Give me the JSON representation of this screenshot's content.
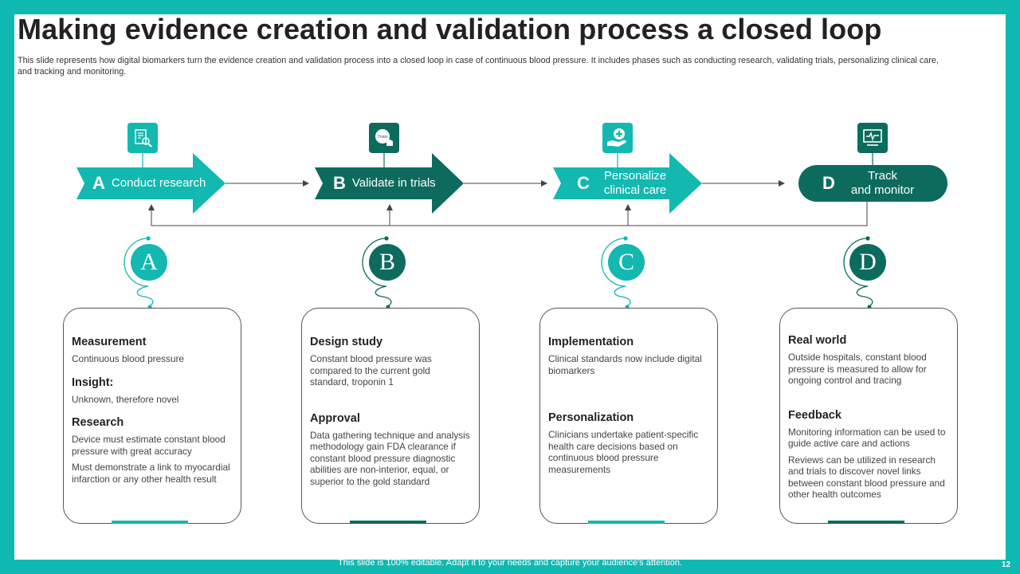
{
  "slide": {
    "title": "Making evidence creation and validation process a closed loop",
    "subtitle": "This slide represents how digital biomarkers turn the evidence creation and validation process into a closed loop in case of continuous blood pressure. It includes phases such as conducting research, validating trials, personalizing clinical care, and tracking and monitoring.",
    "footer": "This slide is 100% editable. Adapt it to your needs and capture your audience's attention.",
    "page_number": "12"
  },
  "colors": {
    "teal": "#13B8B0",
    "dark_teal": "#0D6B5E",
    "frame": "#0FB9B1"
  },
  "phases": [
    {
      "letter": "A",
      "label": "Conduct research",
      "icon": "research-document-icon"
    },
    {
      "letter": "B",
      "label": "Validate in trials",
      "icon": "trials-hand-icon",
      "icon_text": "Trials"
    },
    {
      "letter": "C",
      "label": "Personalize clinical care",
      "label_line1": "Personalize",
      "label_line2": "clinical care",
      "icon": "medical-care-hand-icon"
    },
    {
      "letter": "D",
      "label": "Track and monitor",
      "label_line1": "Track",
      "label_line2": "and monitor",
      "icon": "monitor-heartbeat-icon"
    }
  ],
  "cards": [
    {
      "letter": "A",
      "h1": "Measurement",
      "p1": "Continuous blood pressure",
      "h2": "Insight:",
      "p2": "Unknown, therefore novel",
      "h3": "Research",
      "p3a": "Device must estimate constant blood pressure with great accuracy",
      "p3b": "Must demonstrate a link to myocardial infarction or any other health result"
    },
    {
      "letter": "B",
      "h1": "Design study",
      "p1": "Constant blood pressure was compared to the current gold standard, troponin 1",
      "h2": "Approval",
      "p2": "Data gathering technique and analysis methodology gain FDA clearance if constant blood pressure diagnostic abilities are non-interior, equal, or superior to the gold standard"
    },
    {
      "letter": "C",
      "h1": "Implementation",
      "p1": "Clinical standards now include digital biomarkers",
      "h2": "Personalization",
      "p2": "Clinicians undertake patient-specific health care decisions based on continuous blood pressure measurements"
    },
    {
      "letter": "D",
      "h1": "Real world",
      "p1": "Outside hospitals, constant blood pressure is measured to allow for ongoing control and tracing",
      "h2": "Feedback",
      "p2a": "Monitoring information can be used to guide active care and actions",
      "p2b": "Reviews can be utilized in research and trials to discover novel links between constant blood pressure and other health outcomes"
    }
  ]
}
